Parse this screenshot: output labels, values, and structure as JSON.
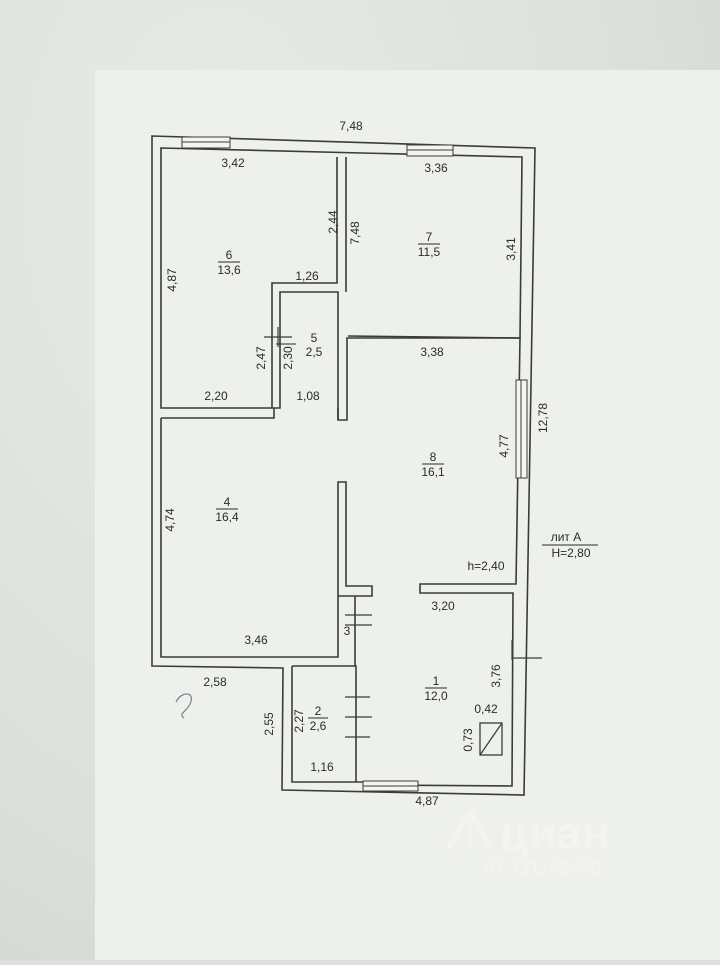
{
  "plan": {
    "overall_width": "7,48",
    "overall_depth": "12,78",
    "litera_label": "лит А",
    "height_label": "H=2,80",
    "ceiling_label": "h=2,40",
    "rooms": [
      {
        "id": "1",
        "area": "12,0"
      },
      {
        "id": "2",
        "area": "2,6"
      },
      {
        "id": "3",
        "area": ""
      },
      {
        "id": "4",
        "area": "16,4"
      },
      {
        "id": "5",
        "area": "2,5"
      },
      {
        "id": "6",
        "area": "13,6"
      },
      {
        "id": "7",
        "area": "11,5"
      },
      {
        "id": "8",
        "area": "16,1"
      }
    ],
    "dimensions": {
      "room6_top": "3,42",
      "room6_left": "4,87",
      "room6_bottom": "2,20",
      "room6_step": "1,26",
      "room6_right_upper": "2,44",
      "room7_top": "3,36",
      "room7_right": "3,41",
      "room7_left": "7,48",
      "room8_top": "3,38",
      "room8_right": "4,77",
      "corridor_width": "1,08",
      "room5_a": "2,47",
      "room5_b": "2,30",
      "room4_left": "4,74",
      "room4_bottom": "3,46",
      "room1_top": "3,20",
      "room1_right": "3,76",
      "room2_left": "2,27",
      "room2_bottom": "1,16",
      "annex_left": "2,55",
      "annex_top": "2,58",
      "bottom": "4,87",
      "fixture_w": "0,42",
      "fixture_h": "0,73"
    }
  },
  "watermark": {
    "brand": "циан",
    "listing_id": "ID 331199688"
  }
}
